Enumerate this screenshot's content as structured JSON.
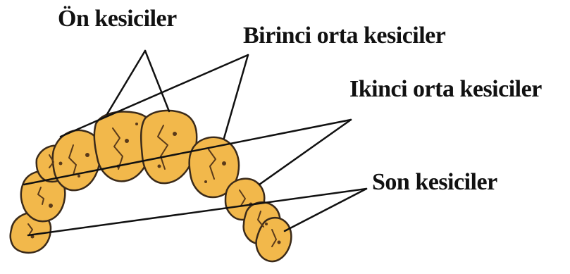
{
  "labels": {
    "front_incisors": "Ön kesiciler",
    "first_middle_incisors": "Birinci orta kesiciler",
    "second_middle_incisors": "Ikinci orta kesiciler",
    "last_incisors": "Son kesiciler"
  },
  "colors": {
    "tooth_fill": "#F2B84B",
    "tooth_outline": "#3a2a1a",
    "tooth_spots": "#5a3a1a",
    "leader_line": "#111111"
  }
}
